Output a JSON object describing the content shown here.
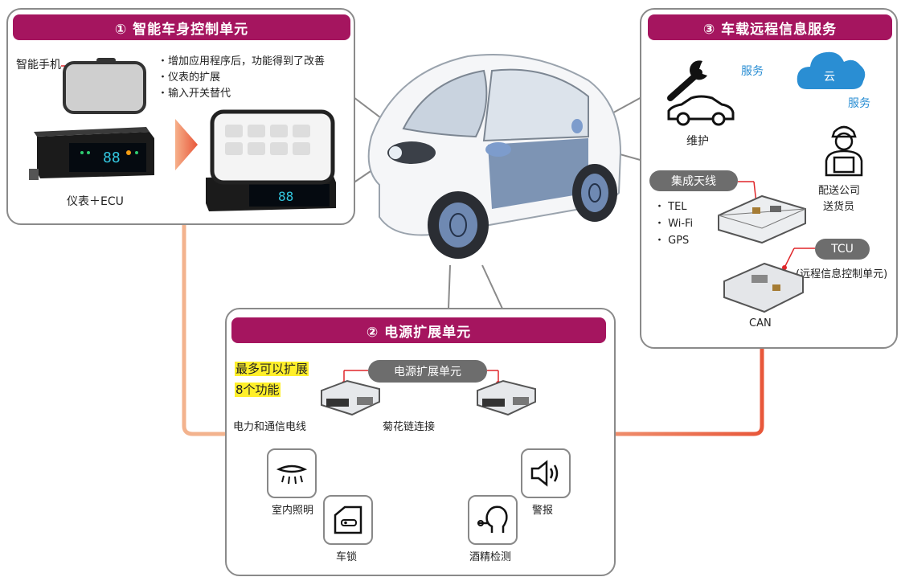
{
  "panel1": {
    "title": "① 智能车身控制单元",
    "smartphone_label": "智能手机",
    "bullets": [
      "・增加应用程序后，功能得到了改善",
      "・仪表的扩展",
      "・输入开关替代"
    ],
    "meter_label": "仪表＋ECU"
  },
  "panel2": {
    "title": "② 电源扩展单元",
    "highlight_line1": "最多可以扩展",
    "highlight_line2": "8个功能",
    "unit_pill": "电源扩展单元",
    "power_line_label": "电力和通信电线",
    "daisy_chain_label": "菊花链连接",
    "devices": {
      "interior_light": "室内照明",
      "door_lock": "车锁",
      "alcohol_check": "酒精检测",
      "alarm": "警报"
    }
  },
  "panel3": {
    "title": "③ 车载远程信息服务",
    "maintenance": "维护",
    "cloud": "云",
    "service_left": "服务",
    "service_right": "服务",
    "delivery_line1": "配送公司",
    "delivery_line2": "送货员",
    "antenna_pill": "集成天线",
    "antenna_items": [
      "・ TEL",
      "・ Wi-Fi",
      "・ GPS"
    ],
    "tcu_pill": "TCU",
    "tcu_desc": "(远程信息控制单元)",
    "can_label": "CAN"
  },
  "colors": {
    "header": "#a5155f",
    "red_wire": "#e0262a",
    "orange_wire": "#f0a07a",
    "blue": "#2a8ed3",
    "highlight": "#ffef2a"
  }
}
